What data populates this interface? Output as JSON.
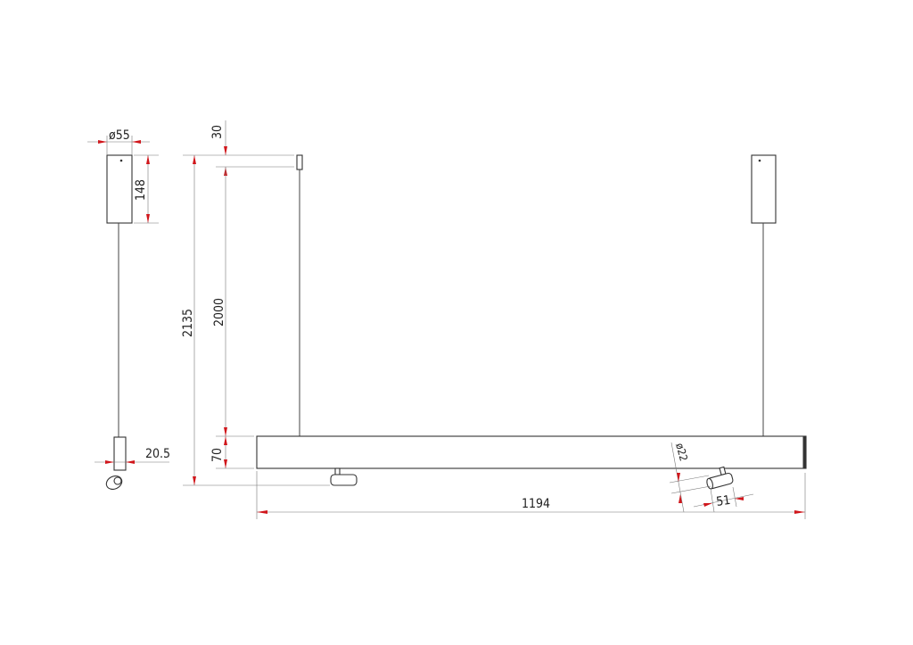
{
  "dimensions": {
    "canopy_diameter": "ø55",
    "canopy_height": "148",
    "spot_width": "20.5",
    "canopy_offset": "30",
    "total_height": "2135",
    "cable_length": "2000",
    "bar_height": "70",
    "bar_length": "1194",
    "spot_diameter": "ø22",
    "spot_length": "51"
  },
  "colors": {
    "arrow": "#d0161b",
    "line": "#333333"
  }
}
